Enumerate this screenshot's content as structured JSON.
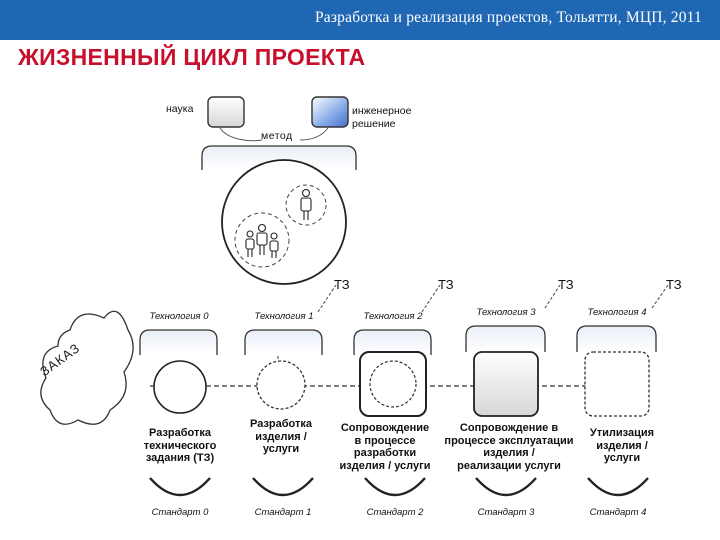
{
  "header": {
    "subtitle": "Разработка и реализация проектов, Тольятти, МЦП, 2011"
  },
  "slide": {
    "title": "ЖИЗНЕННЫЙ ЦИКЛ ПРОЕКТА"
  },
  "method": {
    "science": "наука",
    "method": "метод",
    "engineering_line1": "инженерное",
    "engineering_line2": "решение"
  },
  "order": "ЗАКАЗ",
  "tz": [
    "ТЗ",
    "ТЗ",
    "ТЗ",
    "ТЗ"
  ],
  "technologies": [
    "Технология 0",
    "Технология 1",
    "Технология 2",
    "Технология 3",
    "Технология 4"
  ],
  "stages": [
    {
      "lines": [
        "Разработка",
        "технического",
        "задания (ТЗ)"
      ]
    },
    {
      "lines": [
        "Разработка",
        "изделия /",
        "услуги"
      ]
    },
    {
      "lines": [
        "Сопровождение",
        "в процессе",
        "разработки",
        "изделия /  услуги"
      ]
    },
    {
      "lines": [
        "Сопровождение в",
        "процессе эксплуатации",
        "изделия /",
        "реализации услуги"
      ]
    },
    {
      "lines": [
        "Утилизация",
        "изделия /",
        "услуги"
      ]
    }
  ],
  "standards": [
    "Стандарт 0",
    "Стандарт 1",
    "Стандарт 2",
    "Стандарт 3",
    "Стандарт 4"
  ],
  "colors": {
    "header_bar": "#1f66b3",
    "title": "#c8102e",
    "engineering_box": "#4f7fd1"
  }
}
